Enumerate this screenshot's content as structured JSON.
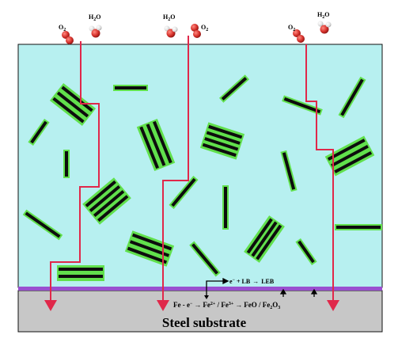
{
  "molecule_labels": {
    "o2": "O",
    "o2_sub": "2",
    "h2o": "H",
    "h2o_sub": "2",
    "h2o_tail": "O"
  },
  "reaction_top": {
    "e": "e",
    "sup": "−",
    "lb": "+ LB",
    "arrow": "→",
    "leb": "LEB"
  },
  "reaction_bottom": {
    "fe": "Fe - e",
    "sup_minus": "−",
    "arrow": "→",
    "fe2": "Fe",
    "sup2": "2+",
    "slash": " / Fe",
    "sup3": "3+",
    "feo": "FeO / Fe",
    "sub2": "2",
    "o": "O",
    "sub3": "3"
  },
  "substrate_label": "Steel substrate",
  "colors": {
    "coating": "#b7f0f0",
    "substrate": "#c7c7c7",
    "interface": "#9a4fd0",
    "path": "#e0284a",
    "flake_border": "#61e04c",
    "flake_fill": "#0d0d0d",
    "oxygen": "#d6322c",
    "hydrogen": "#e8e8e8"
  }
}
